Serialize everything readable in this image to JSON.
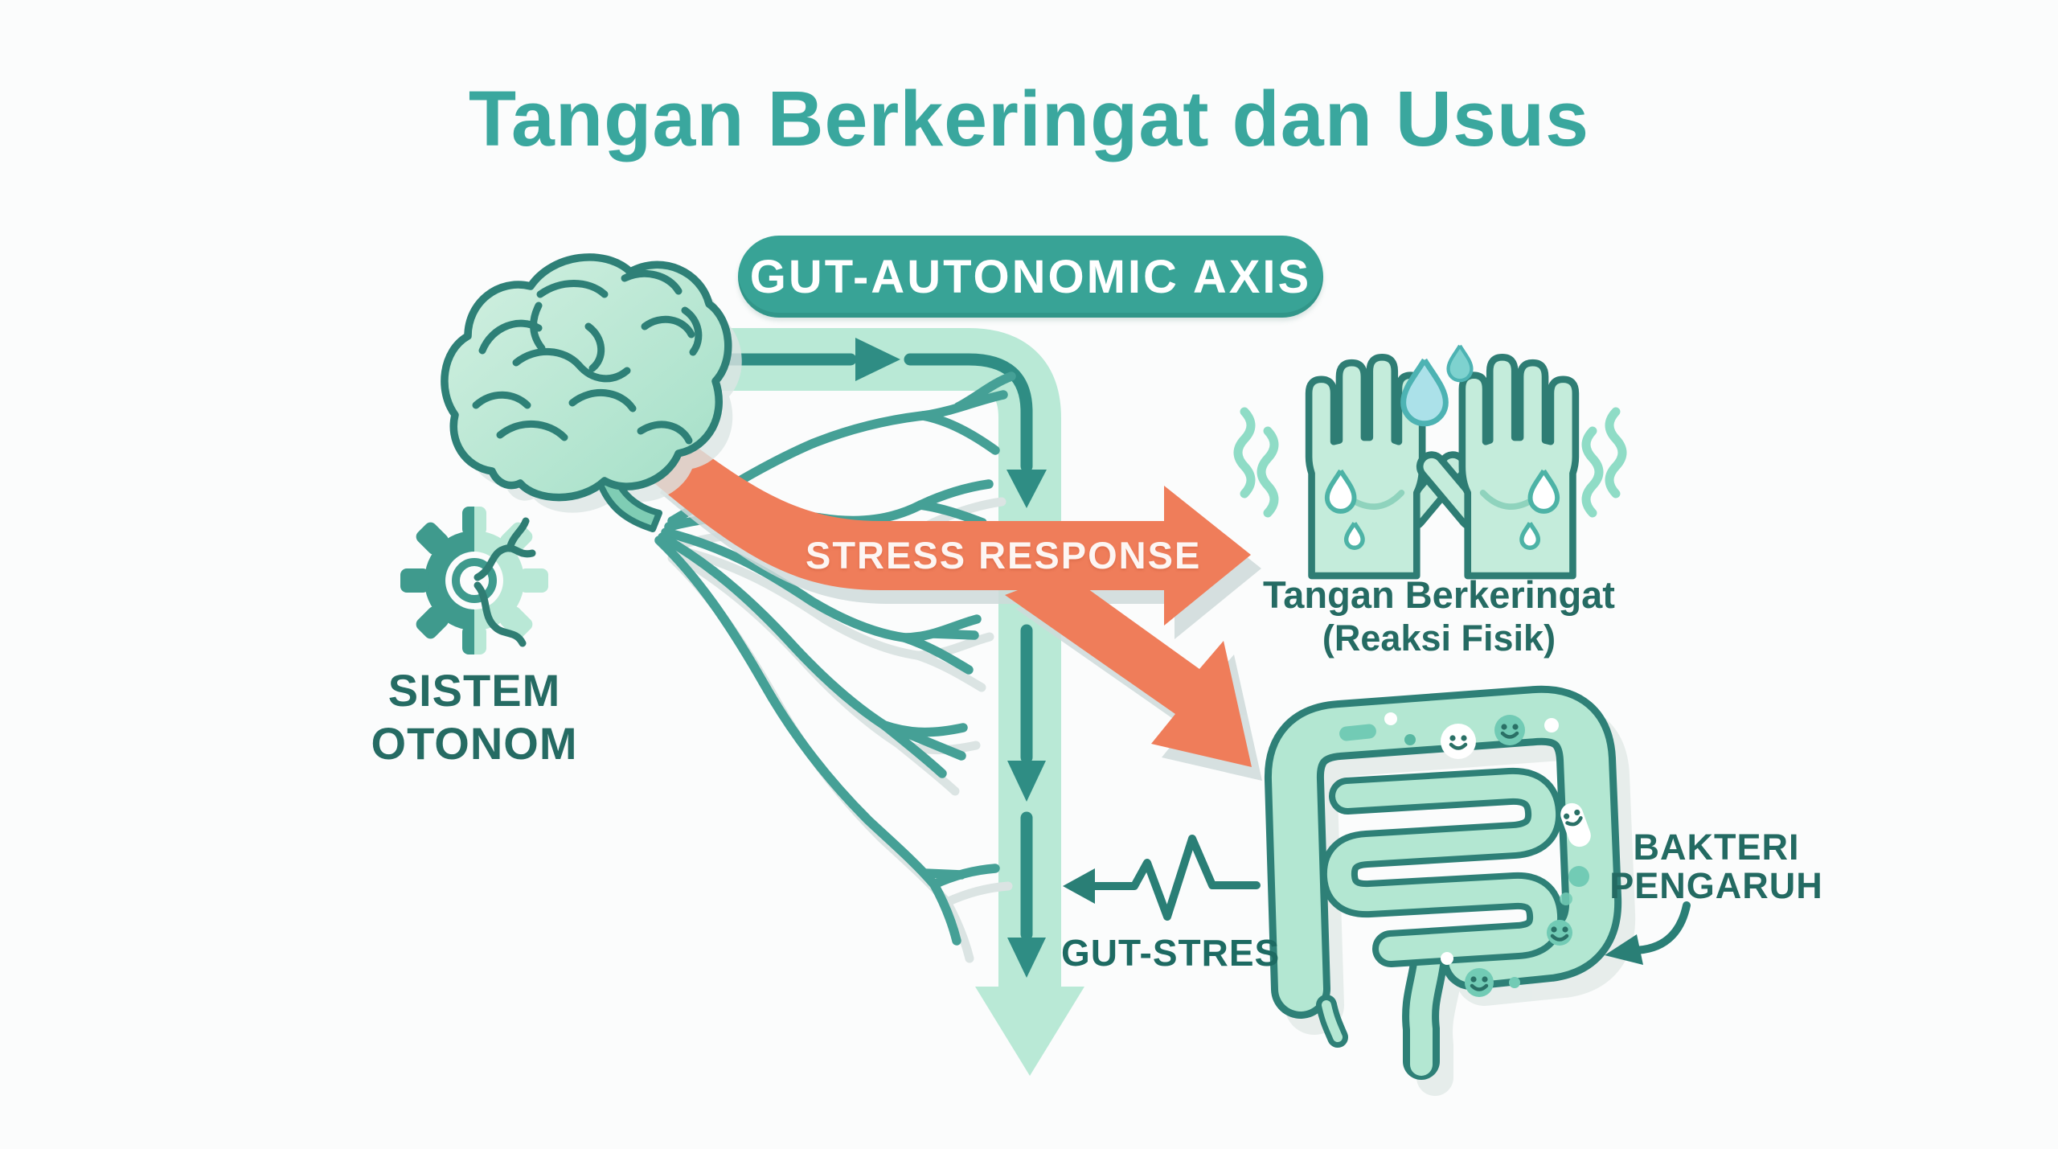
{
  "title": "Tangan Berkeringat dan Usus",
  "axis_pill": {
    "label": "GUT-AUTONOMIC AXIS"
  },
  "autonomic_system": {
    "label_line1": "SISTEM",
    "label_line2": "OTONOM"
  },
  "stress_response": {
    "label": "STRESS RESPONSE"
  },
  "sweaty_hands": {
    "caption_line1": "Tangan Berkeringat",
    "caption_line2": "(Reaksi Fisik)"
  },
  "gut_stress": {
    "label": "GUT-STRES"
  },
  "bacteria": {
    "label_line1": "BAKTERI",
    "label_line2": "PENGARUH"
  },
  "icons": [
    "brain-icon",
    "gear-autonomic-icon",
    "nerve-fibers-icon",
    "flow-band-down-arrow-icon",
    "stress-response-arrow-icon",
    "sweaty-hands-icon",
    "water-drop-icon",
    "vibration-lines-icon",
    "intestine-icon",
    "gut-bacteria-icon",
    "zigzag-arrow-icon",
    "curved-pointer-arrow-icon"
  ],
  "colors": {
    "background": "#fbfcfc",
    "title_teal": "#3aa79e",
    "pill_teal": "#38a396",
    "outline_dark_teal": "#2e8077",
    "label_teal": "#256b63",
    "mint_band": "#b9e9d6",
    "brain_fill": "#bfe9d7",
    "nerve_teal": "#45a096",
    "orange": "#ef7d5a",
    "shadow_gray": "#d6e0df",
    "drop_blue": "#abe1e9",
    "white": "#ffffff"
  }
}
